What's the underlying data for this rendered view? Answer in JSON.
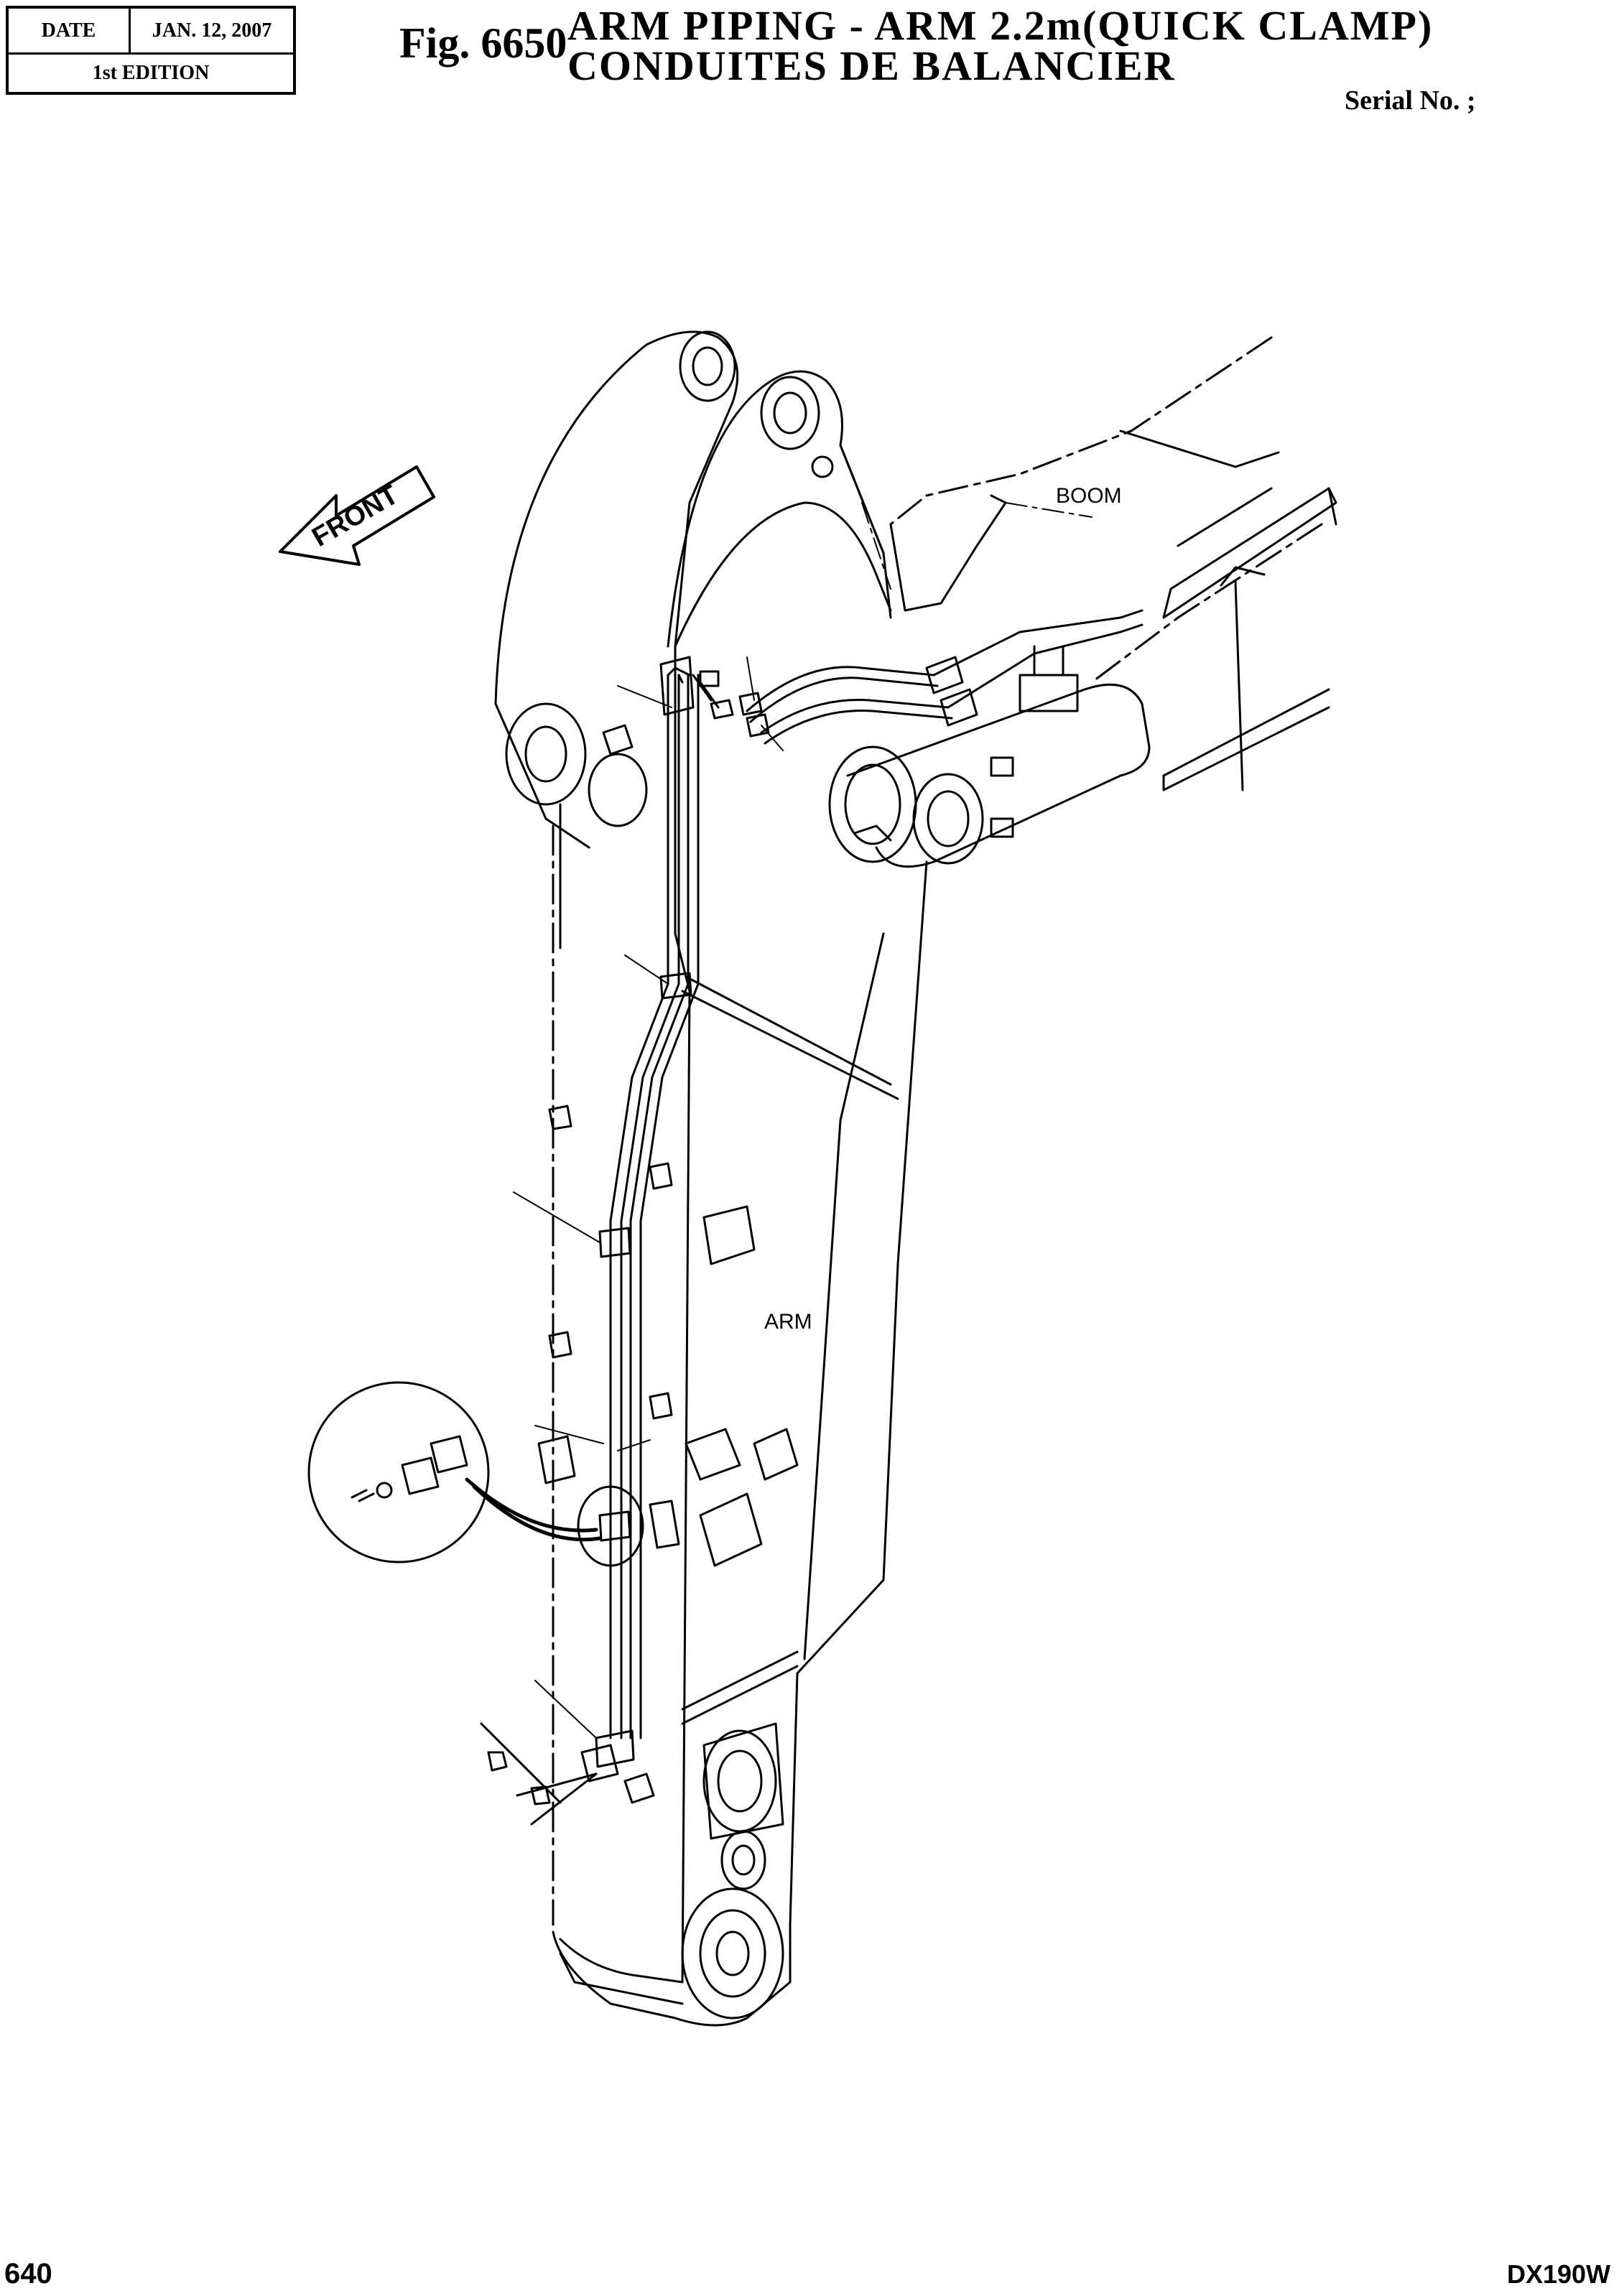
{
  "header": {
    "date_label": "DATE",
    "date_value": "JAN. 12, 2007",
    "edition": "1st EDITION",
    "figure_number": "Fig. 6650",
    "title_en": "ARM PIPING - ARM 2.2m(QUICK CLAMP)",
    "title_fr": "CONDUITES DE BALANCIER",
    "serial_label": "Serial No. ;"
  },
  "diagram": {
    "direction_label": "FRONT",
    "boom_label": "BOOM",
    "arm_label": "ARM"
  },
  "footer": {
    "page_number": "640",
    "model": "DX190W"
  }
}
